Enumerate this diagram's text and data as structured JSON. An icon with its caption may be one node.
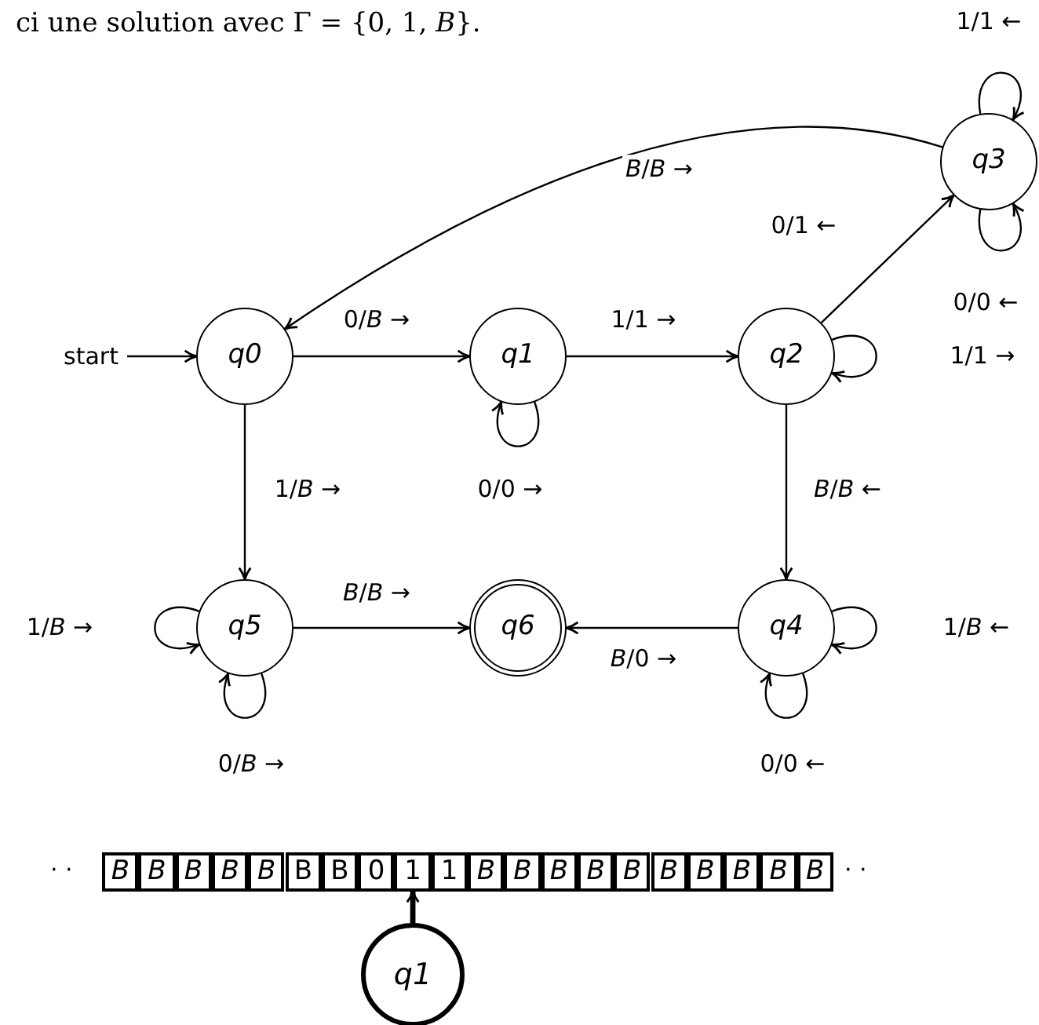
{
  "diagram": {
    "nodes": [
      {
        "text": [
          "start"
        ]
      },
      {
        "text": [
          "q0"
        ]
      },
      {
        "text": [
          "q1"
        ]
      },
      {
        "text": [
          "q2"
        ]
      },
      {
        "text": [
          "q3"
        ]
      },
      {
        "text": [
          "q4"
        ]
      },
      {
        "text": [
          "q5"
        ]
      },
      {
        "text": [
          "q6"
        ]
      },
      {
        "text": [
          "B"
        ]
      },
      {
        "text": [
          "B"
        ]
      },
      {
        "text": [
          "B"
        ]
      },
      {
        "text": [
          "B"
        ]
      },
      {
        "text": [
          "B"
        ]
      },
      {
        "text": [
          "B"
        ]
      },
      {
        "text": [
          "B"
        ]
      },
      {
        "text": [
          "0"
        ]
      },
      {
        "text": [
          "1"
        ]
      },
      {
        "text": [
          "1"
        ]
      },
      {
        "text": [
          "B"
        ]
      },
      {
        "text": [
          "B"
        ]
      },
      {
        "text": [
          "B"
        ]
      },
      {
        "text": [
          "B"
        ]
      },
      {
        "text": [
          "B"
        ]
      },
      {
        "text": [
          "B"
        ]
      },
      {
        "text": [
          "B"
        ]
      },
      {
        "text": [
          "B"
        ]
      },
      {
        "text": [
          "B"
        ]
      },
      {
        "text": [
          "B"
        ]
      },
      {
        "text": [
          "q1"
        ]
      }
    ],
    "edges": [
      {
        "from": 0,
        "to": 1,
        "arrow": "to"
      },
      {
        "from": 1,
        "to": 2,
        "arrow": "to",
        "label": "0/*B* →"
      },
      {
        "from": 2,
        "to": 3,
        "arrow": "to",
        "label": "1/1 →"
      },
      {
        "from": 3,
        "to": 4,
        "arrow": "to",
        "label": "0/1 ←"
      },
      {
        "from": 4,
        "to": 1,
        "arrow": "to",
        "label": "*B*/*B* →"
      },
      {
        "from": 4,
        "to": 4,
        "arrow": "to",
        "label": "1/1 ←"
      },
      {
        "from": 4,
        "to": 4,
        "arrow": "to",
        "label": "0/0 ←"
      },
      {
        "from": 2,
        "to": 2,
        "arrow": "to",
        "label": "0/0 →"
      },
      {
        "from": 3,
        "to": 3,
        "arrow": "to",
        "label": "1/1 →"
      },
      {
        "from": 1,
        "to": 6,
        "arrow": "to",
        "label": "1/*B* →"
      },
      {
        "from": 3,
        "to": 5,
        "arrow": "to",
        "label": "*B*/*B* ←"
      },
      {
        "from": 6,
        "to": 7,
        "arrow": "to",
        "label": "*B*/*B* →"
      },
      {
        "from": 5,
        "to": 7,
        "arrow": "to",
        "label": "*B*/0 →"
      },
      {
        "from": 6,
        "to": 6,
        "arrow": "to",
        "label": "1/*B* →"
      },
      {
        "from": 6,
        "to": 6,
        "arrow": "to",
        "label": "0/*B* →"
      },
      {
        "from": 5,
        "to": 5,
        "arrow": "to",
        "label": "1/*B* ←"
      },
      {
        "from": 5,
        "to": 5,
        "arrow": "to",
        "label": "0/0 ←"
      },
      {
        "from": 28,
        "to": 16,
        "arrow": "to",
        "style": "thick"
      }
    ],
    "labels": [
      "ci une solution avec Γ = {0, 1, *B*}.",
      "· ·",
      "· ·"
    ]
  }
}
